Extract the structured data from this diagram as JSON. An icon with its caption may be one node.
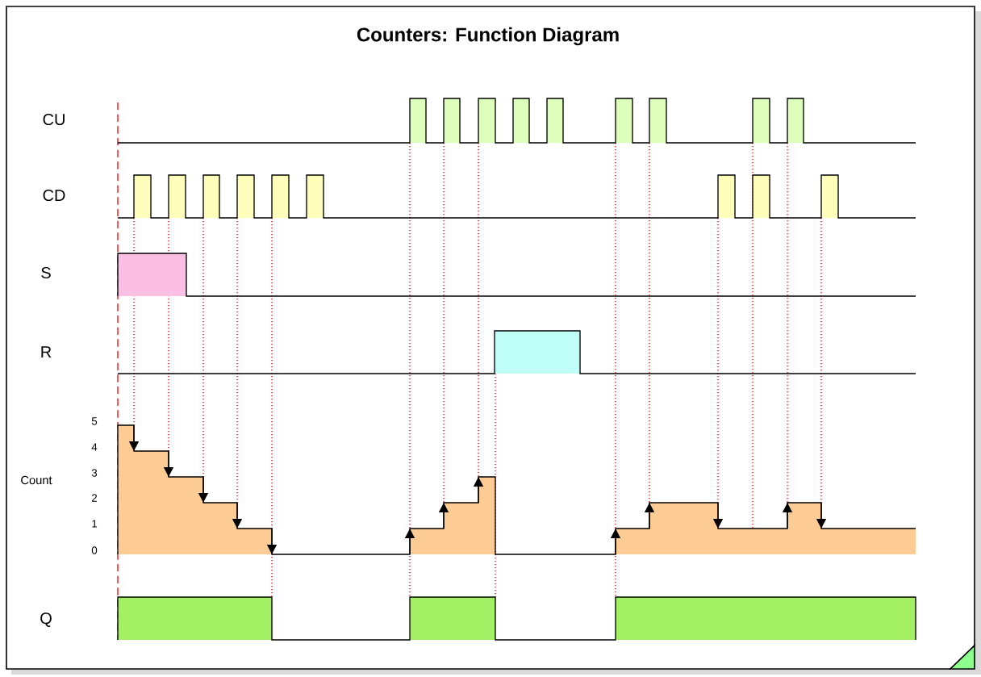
{
  "diagram": {
    "title": "Counters: Function Diagram",
    "labels": [
      "CU",
      "CD",
      "S",
      "R",
      "5",
      "4",
      "3",
      "Count",
      "2",
      "1",
      "0",
      "Q"
    ]
  }
}
